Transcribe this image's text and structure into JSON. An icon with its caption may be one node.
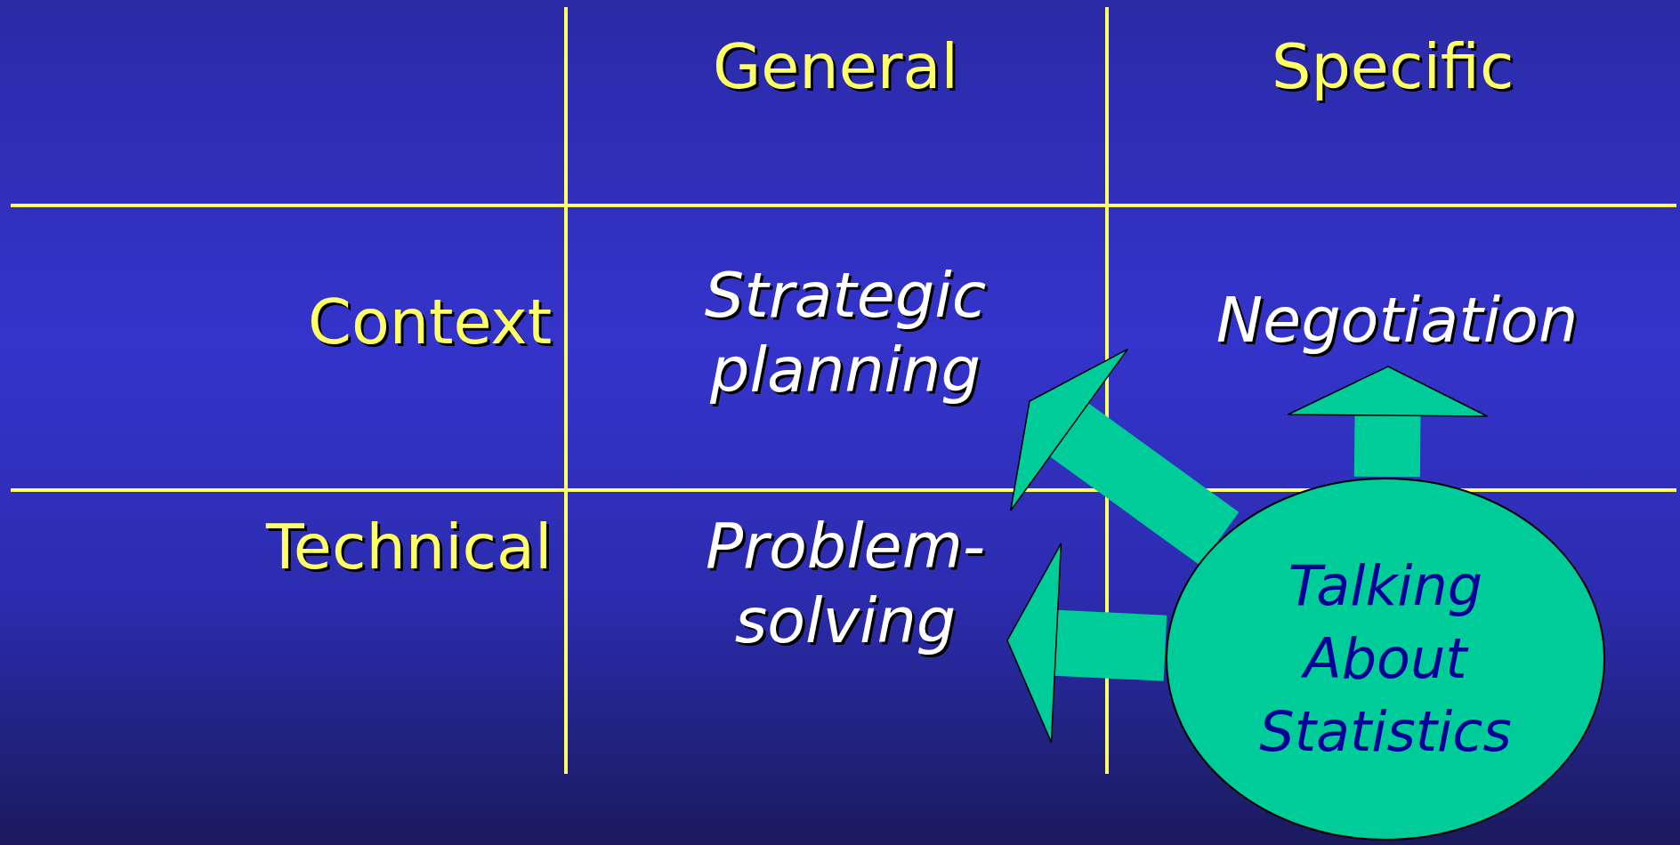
{
  "diagram": {
    "nodes": [
      {
        "text": [
          "Strategic planning"
        ]
      },
      {
        "text": [
          "Negotiation"
        ]
      },
      {
        "text": [
          "Problem-solving"
        ]
      },
      {
        "text": [
          "Talking About Statistics"
        ]
      }
    ],
    "edges": [
      {
        "from": 3,
        "to": 1,
        "arrow": "to"
      },
      {
        "from": 3,
        "to": 0,
        "arrow": "to"
      },
      {
        "from": 3,
        "to": 2,
        "arrow": "to"
      }
    ],
    "labels": [
      "General",
      "Specific",
      "Context",
      "Technical"
    ]
  }
}
